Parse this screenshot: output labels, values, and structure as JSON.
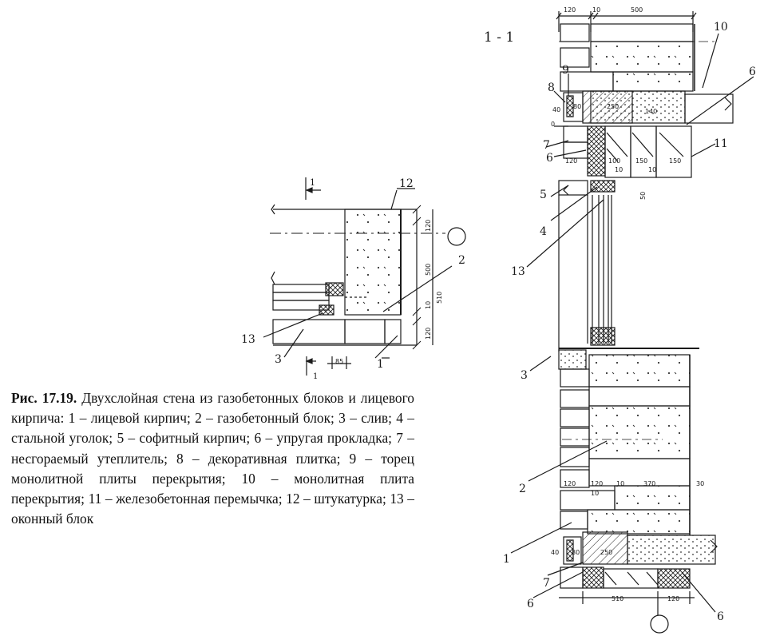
{
  "figure": {
    "caption_prefix": "Рис. 17.19.",
    "caption_text": "Двухслойная стена из газобетонных блоков и лицевого кирпича: 1 – лицевой кирпич; 2 – газобетонный блок; 3 – слив; 4 – стальной уголок; 5 – софитный кирпич; 6 – упругая прокладка; 7 – несгораемый утеплитель; 8 – декоративная плитка; 9 – торец монолитной плиты перекрытия; 10 – монолитная плита перекрытия; 11 – железобетонная перемычка; 12 – штукатурка; 13 – оконный блок"
  },
  "plan": {
    "section_mark": "1",
    "section_mark_bottom": "1",
    "dims": {
      "d120a": "120",
      "d500": "500",
      "d10": "10",
      "d510": "510",
      "d120b": "120",
      "d85": "85"
    },
    "callouts": {
      "c12": "12",
      "c2": "2",
      "c13": "13",
      "c3": "3",
      "c1": "1"
    }
  },
  "section": {
    "title": "1 - 1",
    "dims": {
      "t120": "120",
      "t10": "10",
      "t500": "500",
      "d40a": "40",
      "d80a": "80",
      "d250a": "250",
      "d140": "140",
      "d0": "0",
      "d120s": "120",
      "d100": "100",
      "d150a": "150",
      "d150b": "150",
      "d10a": "10",
      "d10b": "10",
      "d50": "50",
      "m120a": "120",
      "m120b": "120",
      "m10": "10",
      "m370": "370",
      "m30": "30",
      "m10b": "10",
      "d40b": "40",
      "d80b": "80",
      "d250b": "250",
      "b510": "510",
      "b120": "120"
    },
    "callouts": {
      "s10": "10",
      "s9": "9",
      "s8": "8",
      "s6a": "6",
      "s7a": "7",
      "s6b": "6",
      "s11": "11",
      "s5": "5",
      "s4": "4",
      "s13": "13",
      "s3": "3",
      "s2": "2",
      "s1": "1",
      "s7b": "7",
      "s6c": "6",
      "s6d": "6"
    }
  }
}
